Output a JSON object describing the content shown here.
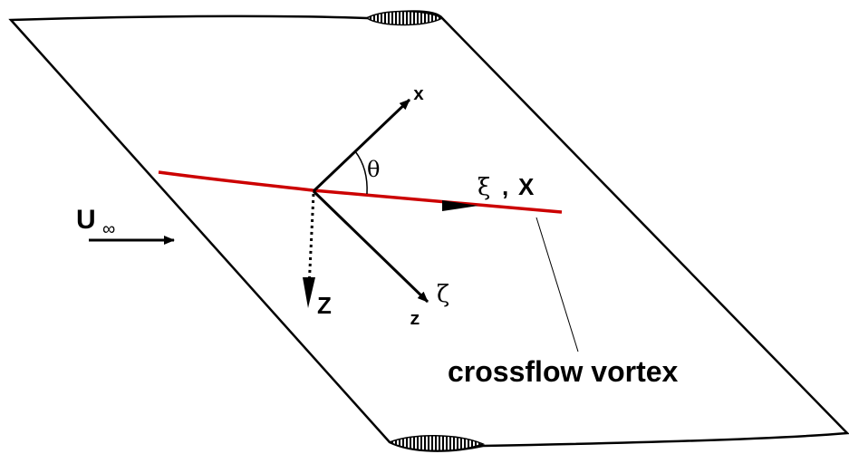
{
  "labels": {
    "axis_x": "x",
    "axis_z": "z",
    "axis_Z": "Z",
    "angle": "θ",
    "xi_X_symbol": "ξ",
    "xi_X_sep": ",",
    "xi_X_letter": "X",
    "zeta": "ζ",
    "freestream_letter": "U",
    "freestream_sub": "∞",
    "caption": "crossflow vortex"
  },
  "colors": {
    "outline": "#000000",
    "vortex_line": "#cc0000",
    "background": "#ffffff"
  }
}
